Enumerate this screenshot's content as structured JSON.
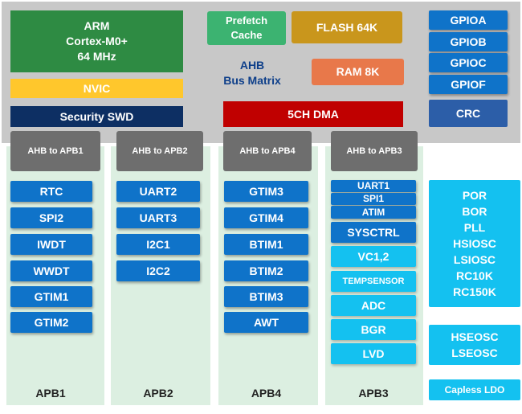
{
  "core": {
    "cpu": "ARM\nCortex-M0+\n64 MHz",
    "nvic": "NVIC",
    "swd": "Security SWD",
    "prefetch": "Prefetch\nCache",
    "flash": "FLASH 64K",
    "bus_matrix": "AHB\nBus Matrix",
    "ram": "RAM 8K",
    "dma": "5CH DMA",
    "gpio": [
      "GPIOA",
      "GPIOB",
      "GPIOC",
      "GPIOF"
    ],
    "crc": "CRC"
  },
  "colors": {
    "cpu": "#2e8b43",
    "nvic": "#ffc72c",
    "swd": "#0d2f63",
    "prefetch": "#3cb371",
    "flash": "#c9961c",
    "ram": "#e8784a",
    "dma": "#c00000",
    "crc": "#2c5ea8",
    "peripheral": "#0f73c9",
    "peripheral_light": "#14c1f0",
    "bridge": "#6e6e6e",
    "bus_panel": "#dcefe1",
    "core_panel": "#c8c8c8"
  },
  "buses": [
    {
      "bridge": "AHB to APB1",
      "label": "APB1",
      "items": [
        "RTC",
        "SPI2",
        "IWDT",
        "WWDT",
        "GTIM1",
        "GTIM2"
      ]
    },
    {
      "bridge": "AHB to APB2",
      "label": "APB2",
      "items": [
        "UART2",
        "UART3",
        "I2C1",
        "I2C2"
      ]
    },
    {
      "bridge": "AHB to APB4",
      "label": "APB4",
      "items": [
        "GTIM3",
        "GTIM4",
        "BTIM1",
        "BTIM2",
        "BTIM3",
        "AWT"
      ]
    },
    {
      "bridge": "AHB to APB3",
      "label": "APB3",
      "items": [
        "UART1",
        "SPI1",
        "ATIM",
        "SYSCTRL",
        "VC1,2",
        "TEMPSENSOR",
        "ADC",
        "BGR",
        "LVD"
      ]
    }
  ],
  "clocks": {
    "internal": "POR\nBOR\nPLL\nHSIOSC\nLSIOSC\nRC10K\nRC150K",
    "external": "HSEOSC\nLSEOSC",
    "ldo": "Capless LDO"
  }
}
